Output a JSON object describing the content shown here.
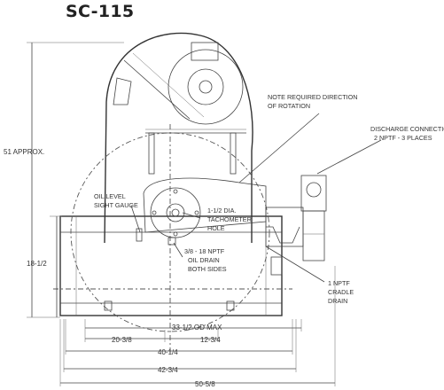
{
  "title": "SC-115",
  "callouts": {
    "rotation": [
      "NOTE REQUIRED DIRECTION",
      "OF ROTATION"
    ],
    "discharge": [
      "DISCHARGE CONNECTION",
      "2 NPTF - 3 PLACES"
    ],
    "oil_level": [
      "OIL LEVEL",
      "SIGHT GAUGE"
    ],
    "tachometer": [
      "1-1/2 DIA.",
      "TACHOMETER",
      "HOLE"
    ],
    "oil_drain": [
      "3/8 - 18 NPTF",
      "OIL DRAIN",
      "BOTH SIDES"
    ],
    "cradle_drain": [
      "1 NPTF",
      "CRADLE",
      "DRAIN"
    ]
  },
  "dimensions": {
    "overall_height": "51 APPROX.",
    "base_height": "18-1/2",
    "od_max": "33-1/2 OD MAX",
    "left_offset": "20-3/8",
    "right_offset": "12-3/4",
    "w1": "40-1/4",
    "w2": "42-3/4",
    "w3": "50-5/8"
  }
}
